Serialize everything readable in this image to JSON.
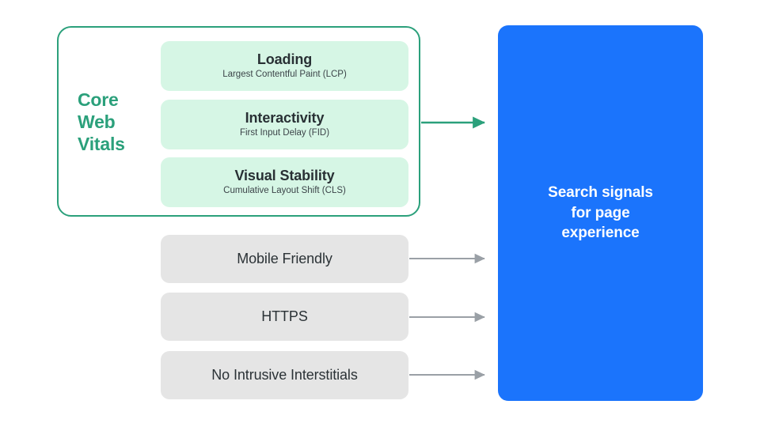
{
  "diagram": {
    "title": "Search signals for page experience",
    "colors": {
      "green_accent": "#2BA07B",
      "green_card_bg": "#D6F6E5",
      "gray_box_bg": "#E5E5E5",
      "blue_box_bg": "#1B74FC",
      "arrow_gray": "#9AA0A6",
      "text_dark": "#283034",
      "text_white": "#FFFFFF"
    }
  },
  "core_web_vitals": {
    "label": "Core\nWeb\nVitals",
    "label_line_1": "Core",
    "label_line_2": "Web",
    "label_line_3": "Vitals",
    "metrics": [
      {
        "title": "Loading",
        "subtitle": "Largest Contentful Paint (LCP)"
      },
      {
        "title": "Interactivity",
        "subtitle": "First Input Delay (FID)"
      },
      {
        "title": "Visual Stability",
        "subtitle": "Cumulative Layout Shift (CLS)"
      }
    ]
  },
  "other_signals": [
    {
      "label": "Mobile Friendly"
    },
    {
      "label": "HTTPS"
    },
    {
      "label": "No Intrusive Interstitials"
    }
  ],
  "destination": {
    "text": "Search signals\nfor page\nexperience"
  },
  "arrows": {
    "green_arrow_name": "core-web-vitals-arrow",
    "gray_arrow_names": [
      "mobile-friendly-arrow",
      "https-arrow",
      "no-intrusive-interstitials-arrow"
    ]
  }
}
